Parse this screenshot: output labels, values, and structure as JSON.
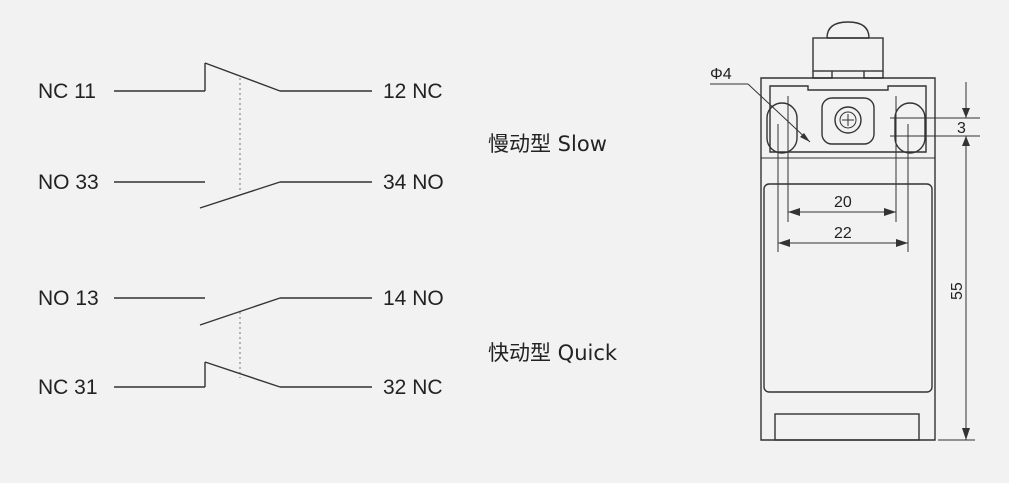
{
  "slow": {
    "nc_in": "NC 11",
    "nc_out": "12 NC",
    "no_in": "NO 33",
    "no_out": "34 NO",
    "label": "慢动型 Slow"
  },
  "quick": {
    "no_in": "NO 13",
    "no_out": "14 NO",
    "nc_in": "NC 31",
    "nc_out": "32 NC",
    "label": "快动型 Quick"
  },
  "dimensions": {
    "hole_diameter": "Φ4",
    "slot_offset": "3",
    "inner_spacing": "20",
    "outer_spacing": "22",
    "height": "55"
  }
}
